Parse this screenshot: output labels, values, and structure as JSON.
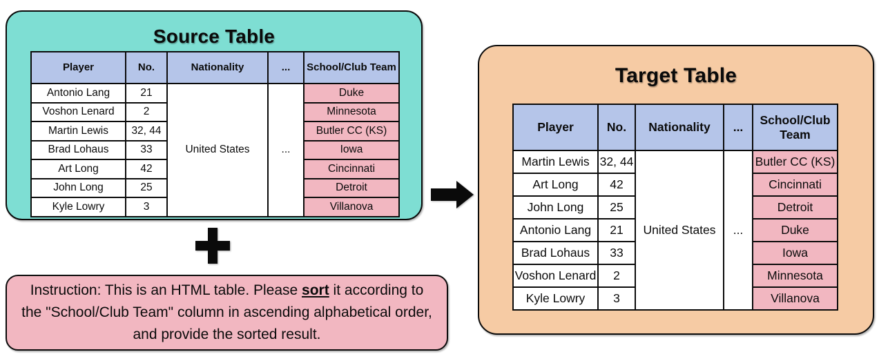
{
  "diagram": {
    "source_panel": {
      "title": "Source Table",
      "headers": [
        "Player",
        "No.",
        "Nationality",
        "...",
        "School/Club Team"
      ],
      "nationality_merged": "United States",
      "ellipsis_merged": "...",
      "rows": [
        [
          "Antonio Lang",
          "21",
          "Duke"
        ],
        [
          "Voshon Lenard",
          "2",
          "Minnesota"
        ],
        [
          "Martin Lewis",
          "32, 44",
          "Butler CC (KS)"
        ],
        [
          "Brad Lohaus",
          "33",
          "Iowa"
        ],
        [
          "Art Long",
          "42",
          "Cincinnati"
        ],
        [
          "John Long",
          "25",
          "Detroit"
        ],
        [
          "Kyle Lowry",
          "3",
          "Villanova"
        ]
      ]
    },
    "target_panel": {
      "title": "Target Table",
      "headers": [
        "Player",
        "No.",
        "Nationality",
        "...",
        "School/Club Team"
      ],
      "nationality_merged": "United States",
      "ellipsis_merged": "...",
      "rows": [
        [
          "Martin Lewis",
          "32, 44",
          "Butler CC (KS)"
        ],
        [
          "Art Long",
          "42",
          "Cincinnati"
        ],
        [
          "John Long",
          "25",
          "Detroit"
        ],
        [
          "Antonio Lang",
          "21",
          "Duke"
        ],
        [
          "Brad Lohaus",
          "33",
          "Iowa"
        ],
        [
          "Voshon Lenard",
          "2",
          "Minnesota"
        ],
        [
          "Kyle Lowry",
          "3",
          "Villanova"
        ]
      ]
    },
    "plus_symbol": "+",
    "instruction": {
      "part1": "Instruction: This is an HTML table. Please ",
      "emphasis": "sort",
      "part2": " it according to the \"School/Club Team\" column in ascending alphabetical order, and provide the sorted result."
    },
    "colors": {
      "source_panel_bg": "#7EDED3",
      "target_panel_bg": "#F6CBA4",
      "header_cell_bg": "#B5C5E9",
      "school_cell_bg": "#F2B7C1",
      "instruction_bg": "#F2B7C1",
      "border": "#0A0A0A"
    }
  }
}
